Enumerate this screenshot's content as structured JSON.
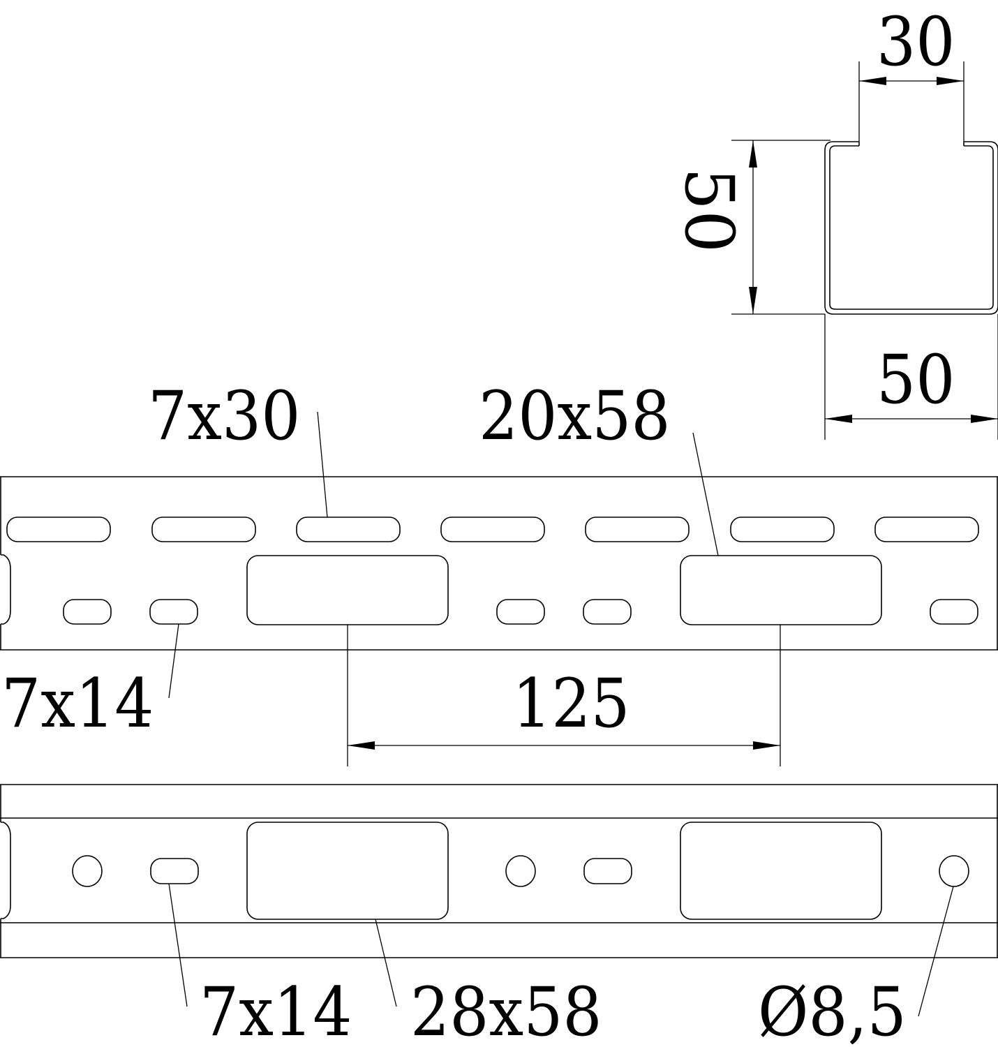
{
  "drawing": {
    "title": "Mounting rail technical drawing",
    "stroke_color": "#000000",
    "background": "#ffffff"
  },
  "cross_section": {
    "slot_width_label": "30",
    "height_label": "50",
    "width_label": "50"
  },
  "top_view": {
    "slot_long_label": "7x30",
    "cutout_label": "20x58",
    "slot_short_label": "7x14",
    "pitch_label": "125"
  },
  "side_view": {
    "slot_label": "7x14",
    "cutout_label": "28x58",
    "hole_label": "Ø8,5"
  }
}
